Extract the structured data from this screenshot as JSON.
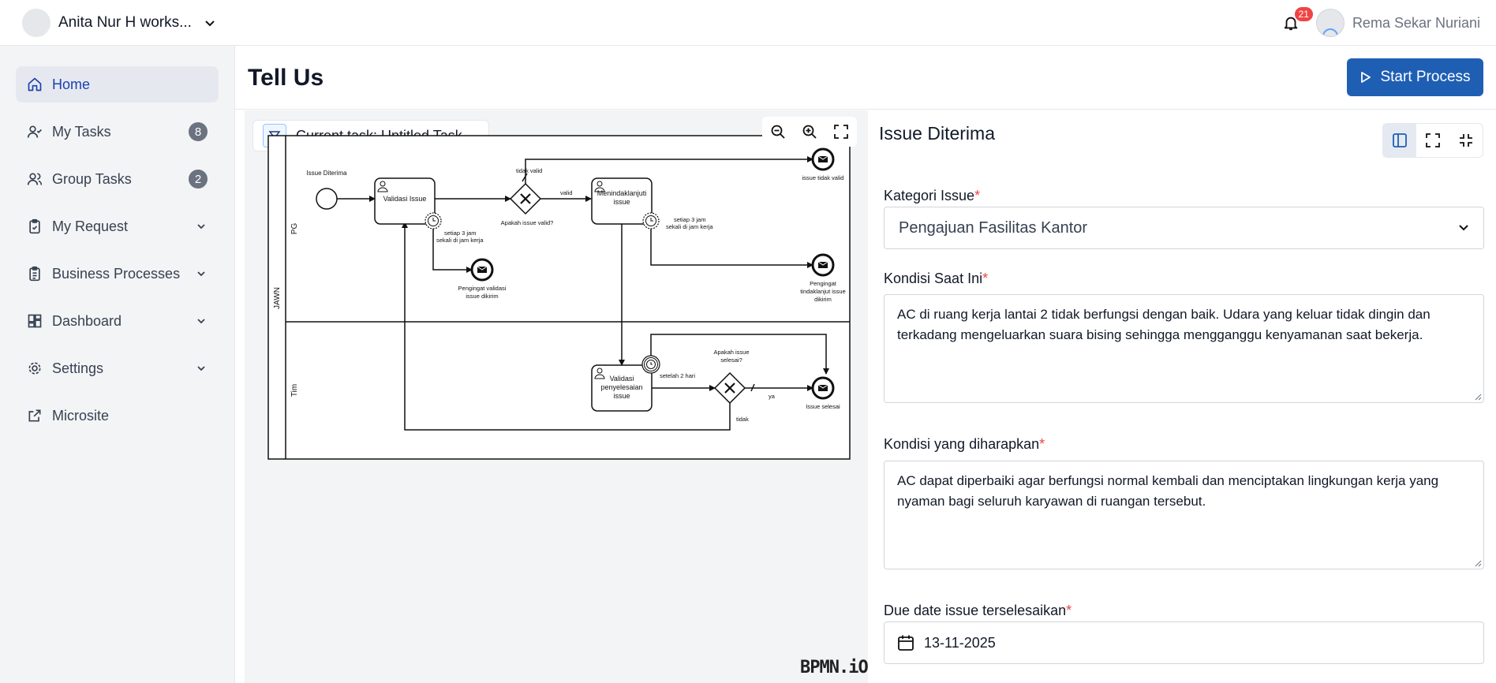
{
  "workspace": {
    "name": "Anita Nur H works..."
  },
  "notifications": {
    "count": "21"
  },
  "user": {
    "name": "Rema Sekar Nuriani"
  },
  "sidebar": {
    "items": [
      {
        "label": "Home",
        "icon": "home-icon",
        "active": true
      },
      {
        "label": "My Tasks",
        "icon": "user-check-icon",
        "badge": "8"
      },
      {
        "label": "Group Tasks",
        "icon": "users-icon",
        "badge": "2"
      },
      {
        "label": "My Request",
        "icon": "clipboard-check-icon",
        "chevron": true
      },
      {
        "label": "Business Processes",
        "icon": "clipboard-list-icon",
        "chevron": true
      },
      {
        "label": "Dashboard",
        "icon": "dashboard-icon",
        "chevron": true
      },
      {
        "label": "Settings",
        "icon": "gear-icon",
        "chevron": true
      },
      {
        "label": "Microsite",
        "icon": "external-link-icon"
      }
    ]
  },
  "page": {
    "title": "Tell Us",
    "start_label": "Start Process"
  },
  "diagram": {
    "current_task": "Current task: Untitled Task",
    "logo": "BPMN.iO",
    "lanes": {
      "pg": "PG",
      "tim": "Tim",
      "pool": "JAWN"
    },
    "labels": {
      "start": "Issue Diterima",
      "validasi": "Validasi Issue",
      "gw1": "Apakah issue valid?",
      "tidak_valid": "tidak valid",
      "valid": "valid",
      "menindak_l1": "Menindaklanjuti",
      "menindak_l2": "issue",
      "end_tidak_valid": "issue tidak valid",
      "timer1_l1": "setiap 3 jam",
      "timer1_l2": "sekali di jam kerja",
      "timer2_l1": "setiap 3 jam",
      "timer2_l2": "sekali di jam kerja",
      "ping_val_l1": "Pengingat validasi",
      "ping_val_l2": "issue dikirim",
      "ping_tl_l1": "Pengingat",
      "ping_tl_l2": "tindaklanjut issue",
      "ping_tl_l3": "dikirim",
      "vp_l1": "Validasi",
      "vp_l2": "penyelesaian",
      "vp_l3": "issue",
      "timer3": "setelah 2 hari",
      "gw2_l1": "Apakah issue",
      "gw2_l2": "selesai?",
      "ya": "ya",
      "tidak": "tidak",
      "end_selesai": "Issue selesai"
    }
  },
  "form": {
    "title": "Issue Diterima",
    "kategori": {
      "label": "Kategori Issue",
      "value": "Pengajuan Fasilitas Kantor"
    },
    "kondisi_saat_ini": {
      "label": "Kondisi Saat Ini",
      "line1": "AC di ruang kerja lantai 2 tidak berfungsi dengan baik. Udara yang keluar tidak dingin dan",
      "line2": "terkadang mengeluarkan suara bising sehingga mengganggu kenyamanan saat bekerja."
    },
    "kondisi_diharapkan": {
      "label": "Kondisi yang diharapkan",
      "line1": "AC dapat diperbaiki agar berfungsi normal kembali dan menciptakan lingkungan kerja yang",
      "line2": "nyaman bagi seluruh karyawan di ruangan tersebut."
    },
    "due_date": {
      "label": "Due date issue terselesaikan",
      "value": "13-11-2025"
    },
    "required_mark": "*"
  }
}
